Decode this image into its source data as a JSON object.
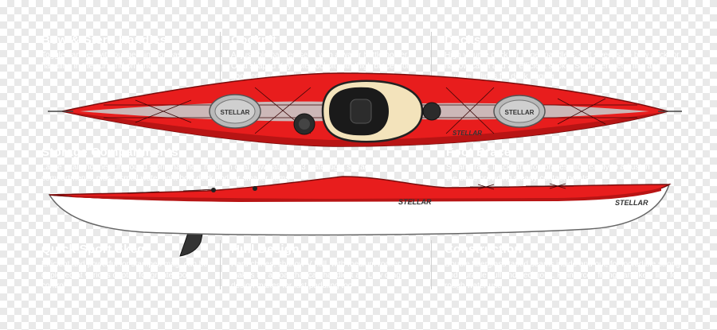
{
  "features": {
    "bow_stern_handles": {
      "title": "Bow & Stern Handles",
      "text": "Toggle handles with bungee line for easy handling in the surf and on land"
    },
    "cockpit": {
      "title": "Cockpit",
      "text": "Adjustable padded seat, with a water bottle holder. Oval shaped Key hole cockpit with thigh braces for good contact and boat control"
    },
    "decks": {
      "title": "Decks",
      "text": "High volume deck for larger paddlers. Cut sweeps on bow deck for narrow catch and an efficient stroke. Static perimeter line and bungee X lines for deck rigging"
    },
    "storage": {
      "title": "Storage Compartments",
      "text": "Large oval and medium round storm hatches, medium oval bow hatch for 3 water tight storage compartments, plus a small water tight bow deck pod for smaller items"
    },
    "foot_brace": {
      "title": "Foot Brace",
      "text": "Smart Track Trackband footbraces slide easily to adjust in the boat, providing steady contact points"
    },
    "skeg": {
      "title": "Quick Sport Skeg",
      "text": "Efficient and powerful for stamped mag, can be deployed at various depths for greater boat control"
    },
    "hull": {
      "title": "Hull Design",
      "text": "Hard chines, shallow V hull, with medium rocker makes for a boat that can handle it all. Low drag design makes for fast paddling too"
    },
    "construction": {
      "title": "Construction",
      "text": "Double fiberglass taped seams inside and out, for incredible strong and durable hull and deck joint. Reinforced fittings and keel line for rough water use"
    }
  },
  "kayak": {
    "brand": "STELLAR",
    "hatch_label": "STELLAR",
    "colors": {
      "deck": "#e81d1d",
      "deck_dark": "#b81414",
      "hull": "#ffffff",
      "stripe": "#c9c9c9",
      "skeg": "#333333"
    }
  }
}
